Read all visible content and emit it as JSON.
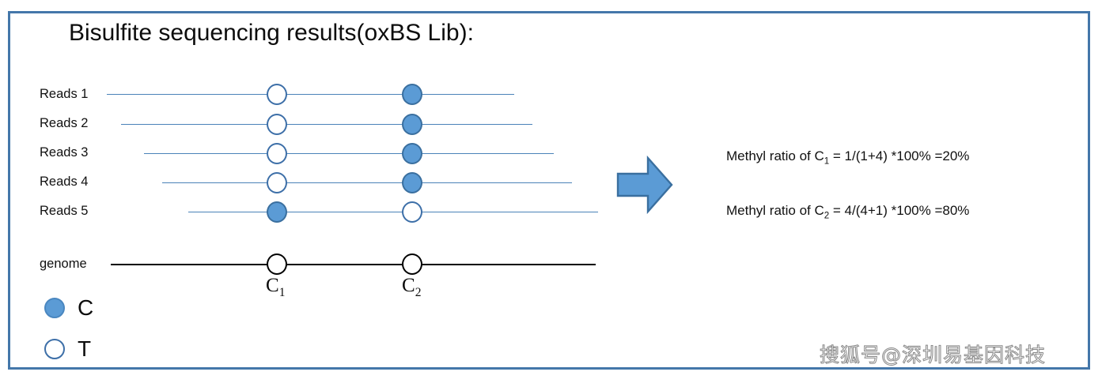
{
  "slide": {
    "title": "Bisulfite sequencing results(oxBS Lib):",
    "border_color": "#4477aa",
    "background": "#ffffff"
  },
  "legend_key": {
    "c_label": "C",
    "t_label": "T",
    "filled_color": "#5b9bd5",
    "open_color": "#ffffff",
    "outline_color": "#3d6fa8"
  },
  "reads": [
    {
      "label": "Reads 1",
      "c1_state": "T",
      "c2_state": "C"
    },
    {
      "label": "Reads 2",
      "c1_state": "T",
      "c2_state": "C"
    },
    {
      "label": "Reads 3",
      "c1_state": "T",
      "c2_state": "C"
    },
    {
      "label": "Reads 4",
      "c1_state": "T",
      "c2_state": "C"
    },
    {
      "label": "Reads 5",
      "c1_state": "C",
      "c2_state": "T"
    }
  ],
  "genome": {
    "label": "genome",
    "sites": [
      {
        "name": "C",
        "subscript": "1"
      },
      {
        "name": "C",
        "subscript": "2"
      }
    ]
  },
  "arrow": {
    "icon": "right-block-arrow",
    "fill": "#5b9bd5",
    "stroke": "#3a6f9f"
  },
  "formulas": [
    {
      "prefix": "Methyl ratio of C",
      "subscript": "1",
      "expression": " = 1/(1+4) *100% =20%"
    },
    {
      "prefix": "Methyl ratio of C",
      "subscript": "2",
      "expression": " = 4/(4+1) *100% =80%"
    }
  ],
  "watermark": {
    "text": "搜狐号@深圳易基因科技"
  },
  "chart_data": {
    "type": "diagram",
    "title": "Bisulfite sequencing results(oxBS Lib):",
    "description": "Five sequencing reads aligned to a genome with two cytosine sites C1 and C2; filled circles denote methylated C, open circles denote T (converted).",
    "sites": [
      "C1",
      "C2"
    ],
    "read_names": [
      "Reads 1",
      "Reads 2",
      "Reads 3",
      "Reads 4",
      "Reads 5"
    ],
    "matrix": [
      [
        "T",
        "C"
      ],
      [
        "T",
        "C"
      ],
      [
        "T",
        "C"
      ],
      [
        "T",
        "C"
      ],
      [
        "C",
        "T"
      ]
    ],
    "counts": {
      "C1": {
        "C": 1,
        "T": 4,
        "methyl_ratio_percent": 20
      },
      "C2": {
        "C": 4,
        "T": 1,
        "methyl_ratio_percent": 80
      }
    },
    "legend": [
      {
        "symbol": "filled-circle",
        "label": "C"
      },
      {
        "symbol": "open-circle",
        "label": "T"
      }
    ]
  }
}
